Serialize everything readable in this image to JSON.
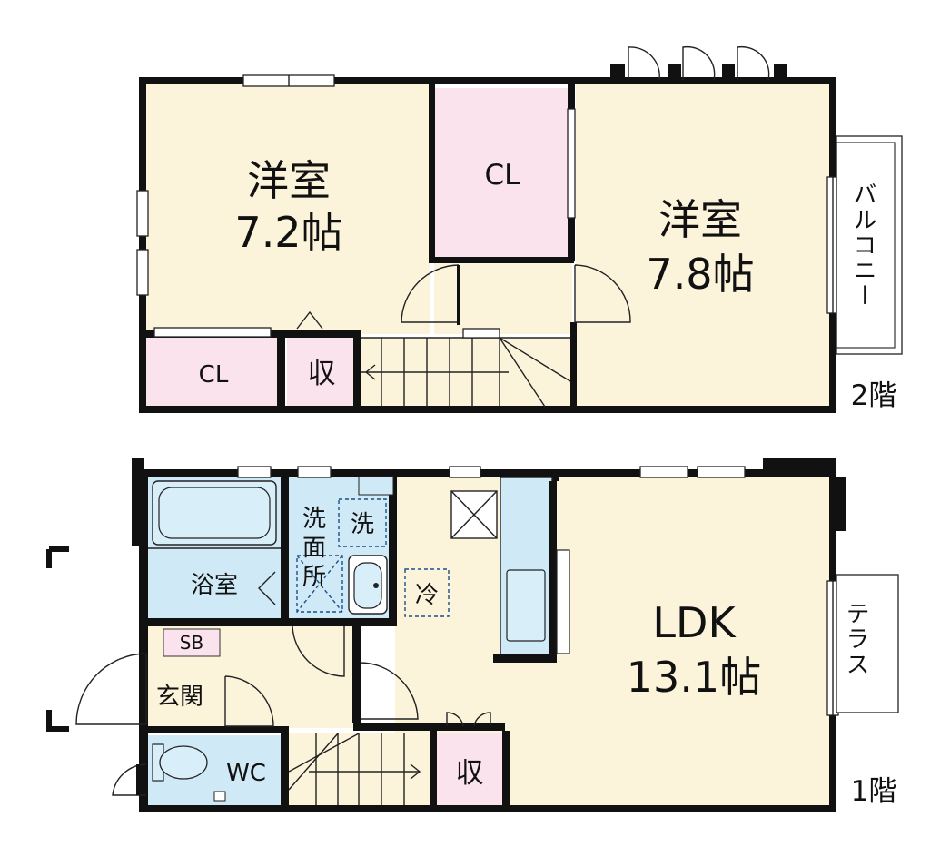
{
  "floor2": {
    "level_label": "2階",
    "bedroom_west": {
      "name": "洋室",
      "size": "7.2帖"
    },
    "bedroom_east": {
      "name": "洋室",
      "size": "7.8帖"
    },
    "closet_center": "CL",
    "closet_west": "CL",
    "storage": "収",
    "balcony": "バルコニー"
  },
  "floor1": {
    "level_label": "1階",
    "ldk": {
      "name": "LDK",
      "size": "13.1帖"
    },
    "bathroom": "浴室",
    "washroom": [
      "洗",
      "面",
      "所"
    ],
    "washer_mark": "洗",
    "fridge_mark": "冷",
    "shoe_box": "SB",
    "entrance": "玄関",
    "toilet": "WC",
    "storage": "収",
    "terrace": "テラス"
  },
  "colors": {
    "room": "#fbf3da",
    "closet": "#fbe3ee",
    "wet": "#cfe9f7",
    "wall": "#111111"
  }
}
